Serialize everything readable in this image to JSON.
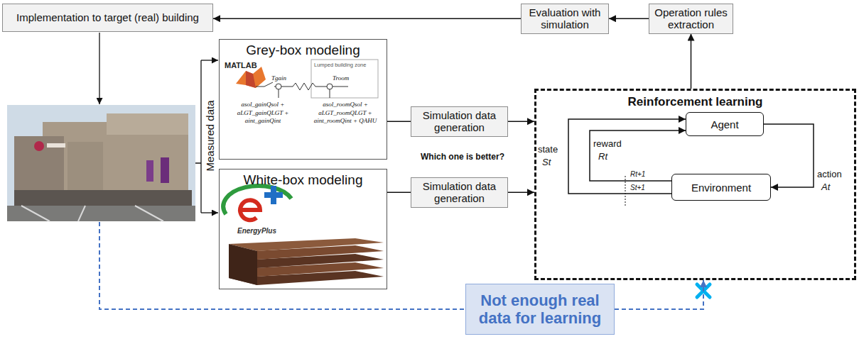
{
  "diagram": {
    "nodes": [
      {
        "text": [
          "Implementation to target (real) building"
        ]
      },
      {
        "text": [
          "Evaluation with simulation"
        ]
      },
      {
        "text": [
          "Operation rules extraction"
        ]
      },
      {
        "text": [
          "Grey-box modeling"
        ]
      },
      {
        "text": [
          "White-box modeling"
        ]
      },
      {
        "text": [
          "Simulation data generation"
        ]
      },
      {
        "text": [
          "Simulation data generation"
        ]
      },
      {
        "text": [
          "Reinforcement learning"
        ]
      },
      {
        "text": [
          "Agent"
        ],
        "in": 7
      },
      {
        "text": [
          "Environment"
        ],
        "in": 7
      },
      {
        "text": [
          "Not enough real data for learning"
        ]
      }
    ],
    "edges": [
      {
        "from": 7,
        "to": 2,
        "arrow": "to"
      },
      {
        "from": 2,
        "to": 1,
        "arrow": "to"
      },
      {
        "from": 1,
        "to": 0,
        "arrow": "to"
      },
      {
        "from": 3,
        "to": 5,
        "arrow": "none"
      },
      {
        "from": 4,
        "to": 6,
        "arrow": "none"
      },
      {
        "from": 5,
        "to": 7,
        "arrow": "to"
      },
      {
        "from": 6,
        "to": 7,
        "arrow": "to"
      },
      {
        "from": 8,
        "to": 9,
        "arrow": "to",
        "label": "action"
      },
      {
        "from": 9,
        "to": 8,
        "arrow": "to",
        "label": "state"
      },
      {
        "from": 9,
        "to": 8,
        "arrow": "to",
        "label": "reward"
      },
      {
        "from": 10,
        "to": 7,
        "arrow": "to"
      }
    ],
    "labels": [
      "Measured data",
      "Which one is better?",
      "MATLAB",
      "Lumped building zone",
      "Tgain",
      "Troom",
      "asol_gainQsol + aLGT_gainQLGT + aint_gainQint",
      "asol_roomQsol + aLGT_roomQLGT + aint_roomQint + QAHU",
      "EnergyPlus",
      "St",
      "Rt",
      "At",
      "Rt+1",
      "St+1"
    ]
  }
}
